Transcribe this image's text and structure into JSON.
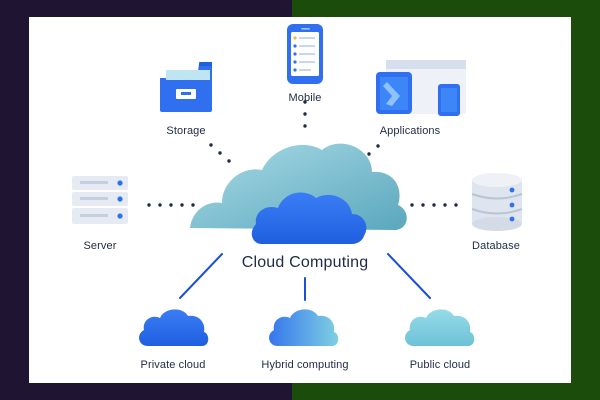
{
  "colors": {
    "bg_left": "#201433",
    "bg_right": "#1c4c0c",
    "card": "#ffffff",
    "accent_blue": "#2f6ff0",
    "cloud_teal": "#6fb6c9",
    "cloud_light": "#8fd3e4",
    "text": "#1f2a44",
    "connector": "#1b4fd8"
  },
  "diagram": {
    "title": "Cloud Computing",
    "nodes": {
      "mobile": {
        "label": "Mobile",
        "icon": "mobile-phone-icon"
      },
      "storage": {
        "label": "Storage",
        "icon": "file-cabinet-icon"
      },
      "applications": {
        "label": "Applications",
        "icon": "devices-icon"
      },
      "server": {
        "label": "Server",
        "icon": "server-rack-icon"
      },
      "database": {
        "label": "Database",
        "icon": "database-icon"
      },
      "private_cloud": {
        "label": "Private cloud",
        "icon": "cloud-icon"
      },
      "hybrid_computing": {
        "label": "Hybrid computing",
        "icon": "cloud-icon"
      },
      "public_cloud": {
        "label": "Public cloud",
        "icon": "cloud-icon"
      }
    }
  }
}
